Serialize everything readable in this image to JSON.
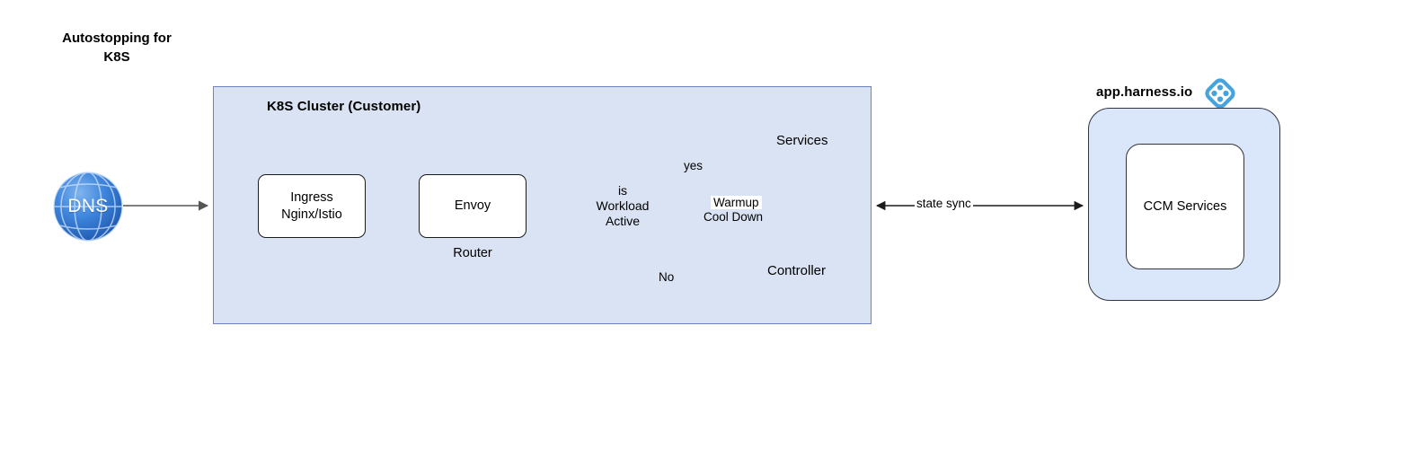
{
  "diagram": {
    "title": "Autostopping for\nK8S",
    "background": "#ffffff"
  },
  "colors": {
    "cluster_fill": "#dae3f3",
    "cluster_border": "#6b83c4",
    "harness_fill": "#dae7fb",
    "panel_border": "#31353d",
    "k8s_blue": "#326ce5",
    "pod_blue": "#3b7fe8",
    "dns_blue": "#2f6fd0",
    "harness_logo_blue": "#47a3dd",
    "stroke": "#1b1b1b"
  },
  "cluster": {
    "title": "K8S Cluster (Customer)",
    "icon": "kubernetes-icon"
  },
  "nodes": {
    "dns": {
      "label": "DNS",
      "icon": "dns-globe-icon"
    },
    "ingress": {
      "label": "Ingress\nNginx/Istio"
    },
    "envoy": {
      "label": "Envoy",
      "sublabel": "Router"
    },
    "decision": {
      "label": "is\nWorkload\nActive"
    },
    "services": {
      "label": "Services",
      "icon": "kubernetes-pods-icon"
    },
    "controller": {
      "label": "Controller",
      "icon": "kubernetes-pod-icon"
    }
  },
  "edges": {
    "yes": "yes",
    "no": "No",
    "warmup": "Warmup",
    "cooldown": "Cool Down",
    "state_sync": "state sync"
  },
  "harness": {
    "label": "app.harness.io",
    "logo": "harness-logo-icon",
    "cloud_provider_icon": "google-cloud-icon",
    "inner": {
      "icon": "kubernetes-icon",
      "label": "CCM Services"
    }
  }
}
